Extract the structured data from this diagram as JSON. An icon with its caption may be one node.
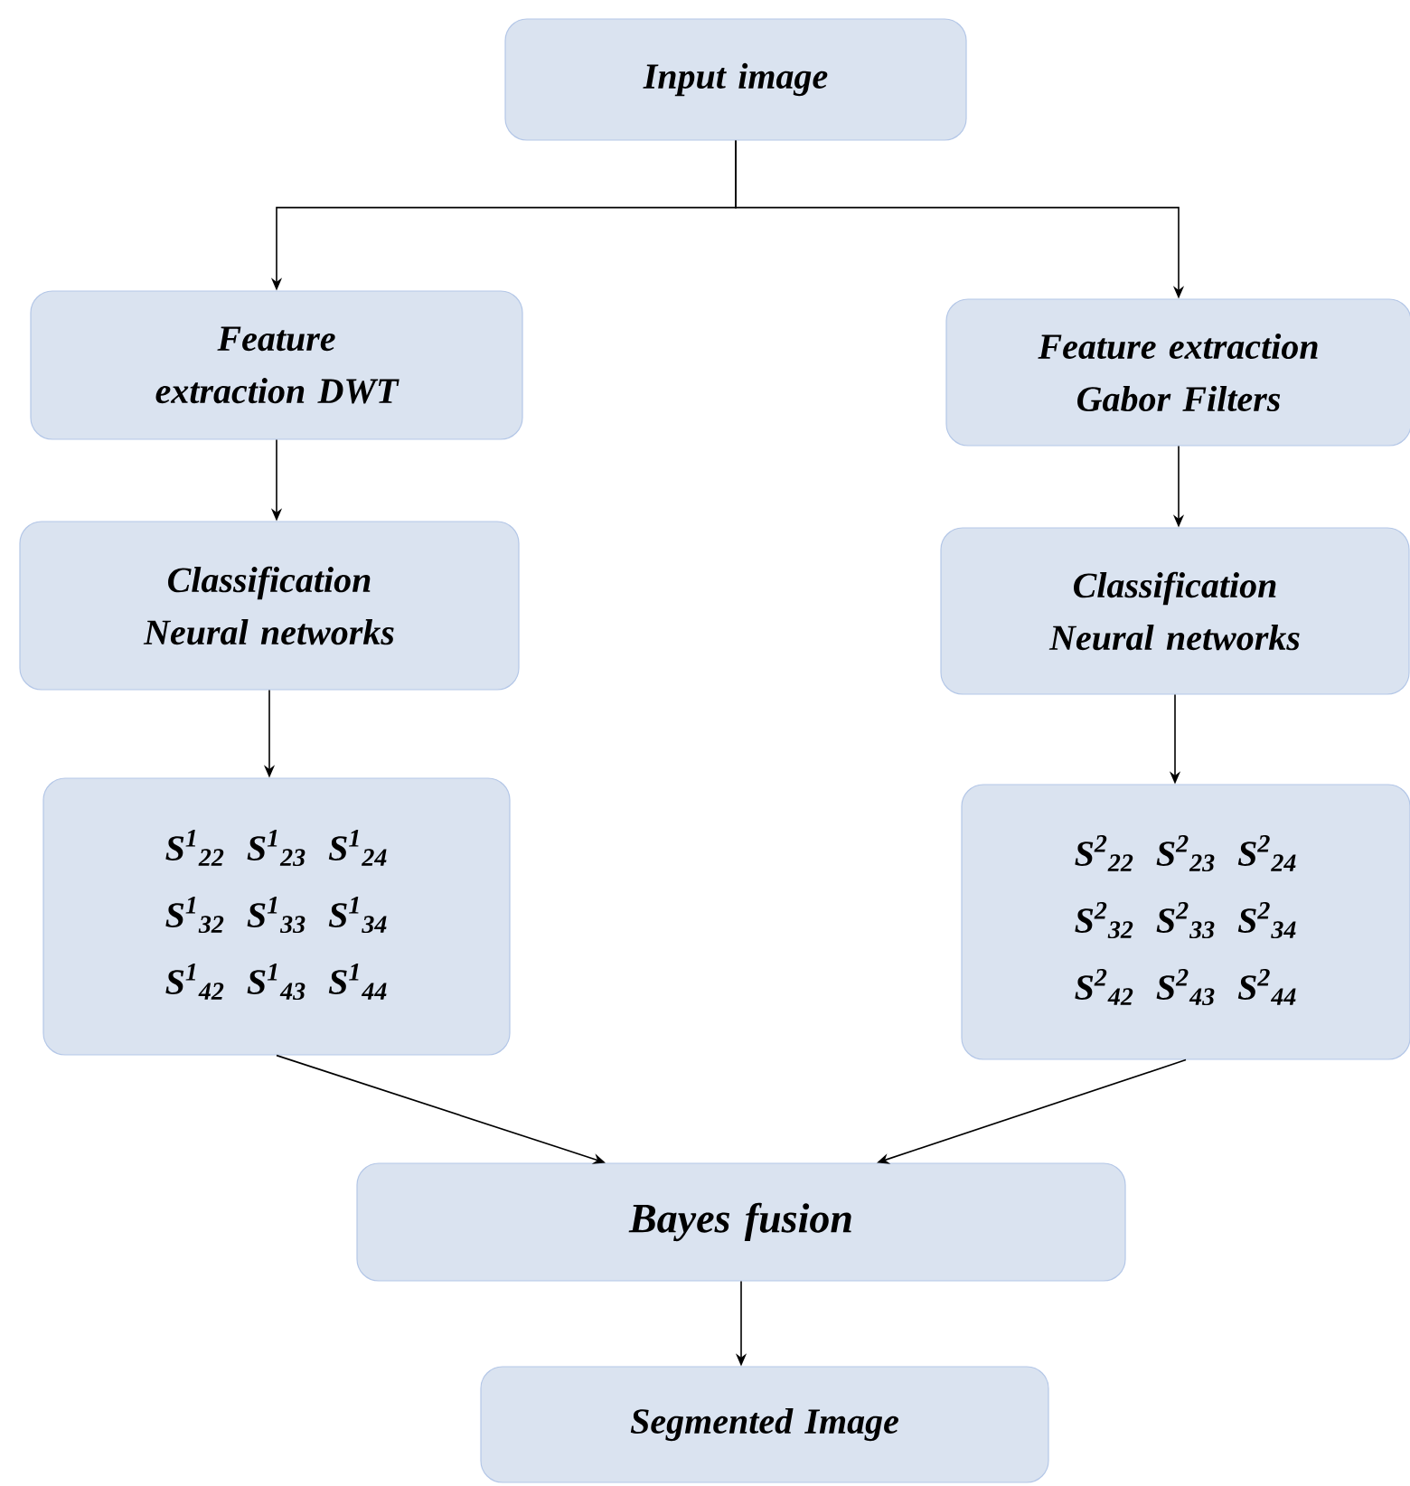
{
  "diagram": {
    "nodes": [
      {
        "text": [
          "Input image"
        ]
      },
      {
        "text": [
          "Feature extraction DWT"
        ]
      },
      {
        "text": [
          "Feature extraction Gabor Filters"
        ]
      },
      {
        "text": [
          "Classification Neural networks"
        ]
      },
      {
        "text": [
          "Classification Neural networks"
        ]
      },
      {
        "text": [
          "S$^{1}$$_{22}$",
          "S$^{1}$$_{23}$",
          "S$^{1}$$_{24}$",
          "S$^{1}$$_{32}$",
          "S$^{1}$$_{33}$",
          "S$^{1}$$_{34}$",
          "S$^{1}$$_{42}$",
          "S$^{1}$$_{43}$",
          "S$^{1}$$_{44}$"
        ]
      },
      {
        "text": [
          "S$^{2}$$_{22}$",
          "S$^{2}$$_{23}$",
          "S$^{2}$$_{24}$",
          "S$^{2}$$_{32}$",
          "S$^{2}$$_{33}$",
          "S$^{2}$$_{34}$",
          "S$^{2}$$_{42}$",
          "S$^{2}$$_{43}$",
          "S$^{2}$$_{44}$"
        ]
      },
      {
        "text": [
          "Bayes fusion"
        ]
      },
      {
        "text": [
          "Segmented Image"
        ]
      }
    ],
    "edges": [
      {
        "from": 0,
        "to": 1,
        "arrow": "to"
      },
      {
        "from": 0,
        "to": 2,
        "arrow": "to"
      },
      {
        "from": 1,
        "to": 3,
        "arrow": "to"
      },
      {
        "from": 2,
        "to": 4,
        "arrow": "to"
      },
      {
        "from": 3,
        "to": 5,
        "arrow": "to"
      },
      {
        "from": 4,
        "to": 6,
        "arrow": "to"
      },
      {
        "from": 5,
        "to": 7,
        "arrow": "to"
      },
      {
        "from": 6,
        "to": 7,
        "arrow": "to"
      },
      {
        "from": 7,
        "to": 8,
        "arrow": "to"
      }
    ]
  }
}
